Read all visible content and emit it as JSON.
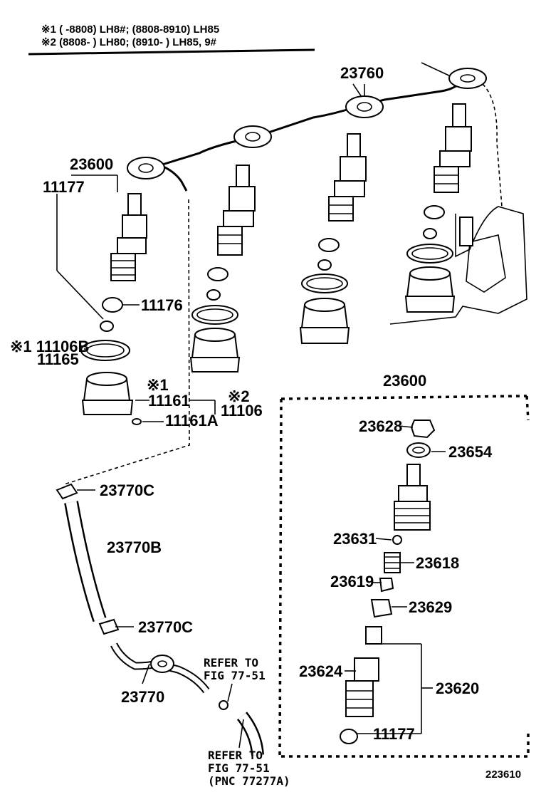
{
  "legend": {
    "row1": "※1 (    -8808) LH8#; (8808-8910) LH85",
    "row2": "※2 (8808-       ) LH80; (8910-      ) LH85, 9#"
  },
  "labels": {
    "l23760": "23760",
    "l23600_top": "23600",
    "l11177_top": "11177",
    "l11176": "11176",
    "l11106b": "※1 11106B",
    "l11165": "11165",
    "star1": "※1",
    "l11161": "11161",
    "star2": "※2",
    "l11106": "11106",
    "l11161a": "11161A",
    "l23600_box": "23600",
    "l23628": "23628",
    "l23654": "23654",
    "l23631": "23631",
    "l23618": "23618",
    "l23619": "23619",
    "l23629": "23629",
    "l23624": "23624",
    "l23620": "23620",
    "l11177_box": "11177",
    "l23770c_top": "23770C",
    "l23770b": "23770B",
    "l23770c_bot": "23770C",
    "l23770": "23770",
    "refer1_a": "REFER TO",
    "refer1_b": "FIG 77-51",
    "refer2_a": "REFER TO",
    "refer2_b": "FIG 77-51",
    "refer2_c": "(PNC 77277A)",
    "fig_no": "223610"
  }
}
